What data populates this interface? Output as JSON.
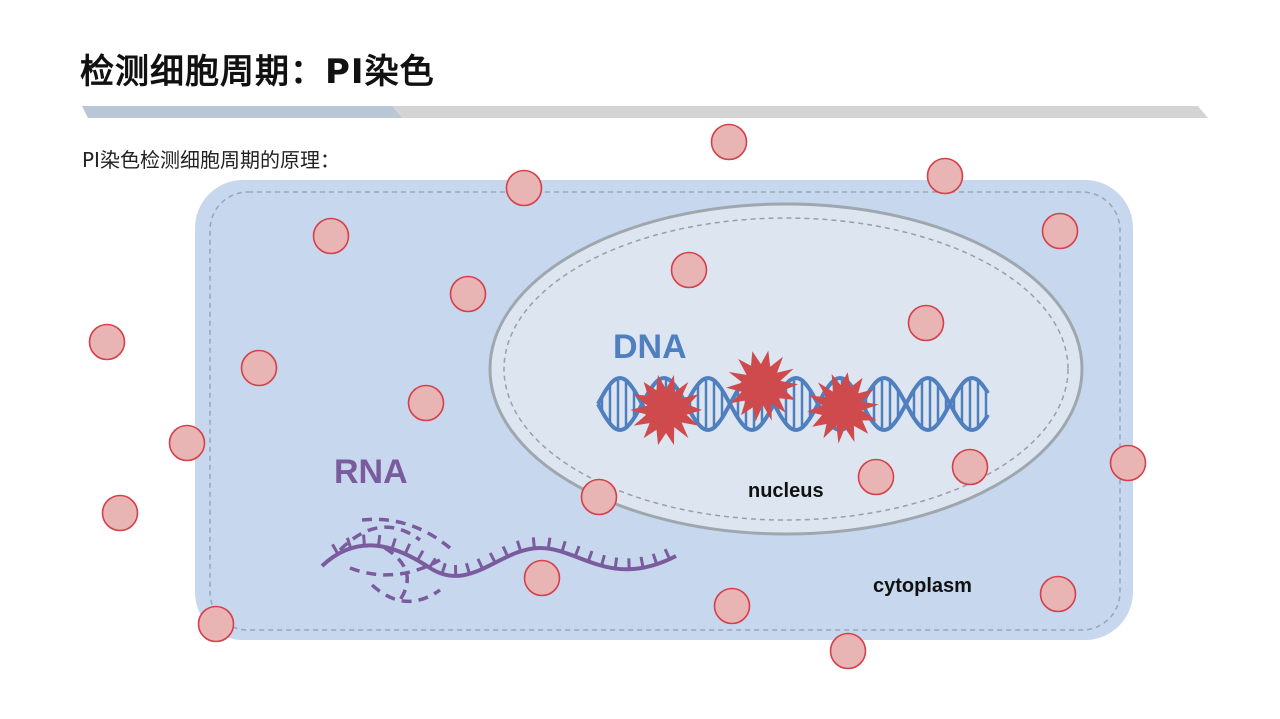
{
  "header": {
    "title": "检测细胞周期：PI染色",
    "subtitle": "PI染色检测细胞周期的原理："
  },
  "diagram": {
    "dna_label": "DNA",
    "rna_label": "RNA",
    "nucleus_label": "nucleus",
    "cytoplasm_label": "cytoplasm"
  },
  "colors": {
    "cell_fill": "#c7d7ee",
    "nucleus_fill": "#dee6f1",
    "dna_color": "#4f7fbf",
    "rna_color": "#7a5c9e",
    "pi_fill": "#e8b4b4",
    "pi_stroke": "#d6404a",
    "burst_fill": "#cf4a4d"
  }
}
